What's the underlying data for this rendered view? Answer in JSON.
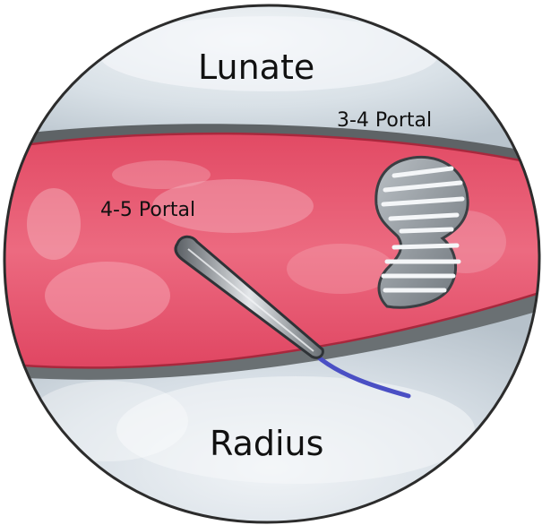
{
  "labels": {
    "lunate": "Lunate",
    "radius": "Radius",
    "portal_3_4": "3-4 Portal",
    "portal_4_5": "4-5 Portal"
  },
  "colors": {
    "background": "#ffffff",
    "bone": "#cdd6de",
    "bone_highlight": "#eef2f5",
    "cartilage_edge": "#5e6366",
    "ligament": "#e9566f",
    "ligament_highlight": "#f6a2b0",
    "ligament_border": "#a8283d",
    "instrument_metal": "#8f959b",
    "instrument_dark": "#3b3f43",
    "probe_wire": "#4a4fc4",
    "scope_outline": "#2c2c2c"
  },
  "icons": {
    "camera": "arthroscope-icon",
    "probe": "probe-icon"
  }
}
